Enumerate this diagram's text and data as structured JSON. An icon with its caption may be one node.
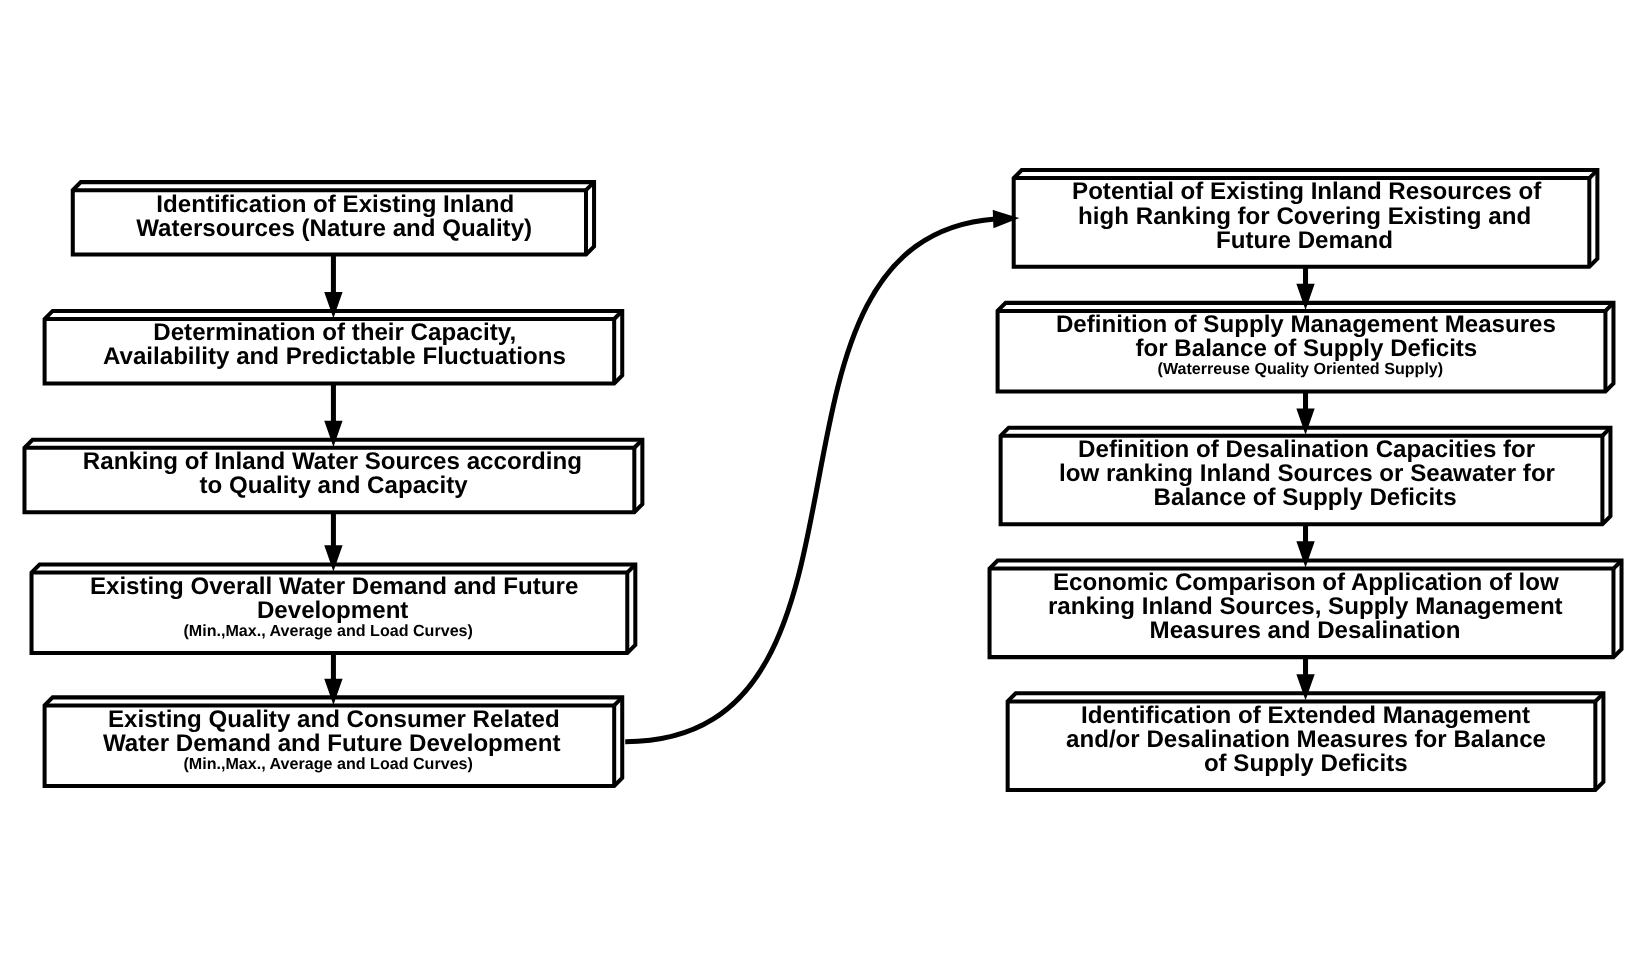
{
  "diagram": {
    "nodes": [
      {
        "text": [
          "Identification of Existing Inland Watersources (Nature and Quality)"
        ]
      },
      {
        "text": [
          "Determination of their Capacity, Availability and Predictable Fluctuations"
        ]
      },
      {
        "text": [
          "Ranking of Inland Water Sources according to Quality and Capacity"
        ]
      },
      {
        "text": [
          "Existing Overall Water Demand and Future Development",
          "(Min.,Max., Average and Load Curves)"
        ]
      },
      {
        "text": [
          "Existing Quality and Consumer Related Water Demand and Future Development",
          "(Min.,Max., Average and Load Curves)"
        ]
      },
      {
        "text": [
          "Potential of Existing Inland Resources of high Ranking for Covering Existing and Future Demand"
        ]
      },
      {
        "text": [
          "Definition of Supply Management Measures for Balance of Supply Deficits",
          "(Waterreuse Quality Oriented Supply)"
        ]
      },
      {
        "text": [
          "Definition of Desalination Capacities for low ranking Inland Sources or Seawater for Balance of Supply Deficits"
        ]
      },
      {
        "text": [
          "Economic Comparison of Application of low ranking Inland Sources, Supply Management Measures and Desalination"
        ]
      },
      {
        "text": [
          "Identification of Extended Management and/or Desalination Measures for Balance of Supply Deficits"
        ]
      }
    ],
    "edges": [
      {
        "from": 0,
        "to": 1,
        "arrow": "to"
      },
      {
        "from": 1,
        "to": 2,
        "arrow": "to"
      },
      {
        "from": 2,
        "to": 3,
        "arrow": "to"
      },
      {
        "from": 3,
        "to": 4,
        "arrow": "to"
      },
      {
        "from": 4,
        "to": 5,
        "arrow": "to"
      },
      {
        "from": 5,
        "to": 6,
        "arrow": "to"
      },
      {
        "from": 6,
        "to": 7,
        "arrow": "to"
      },
      {
        "from": 7,
        "to": 8,
        "arrow": "to"
      },
      {
        "from": 8,
        "to": 9,
        "arrow": "to"
      }
    ]
  }
}
